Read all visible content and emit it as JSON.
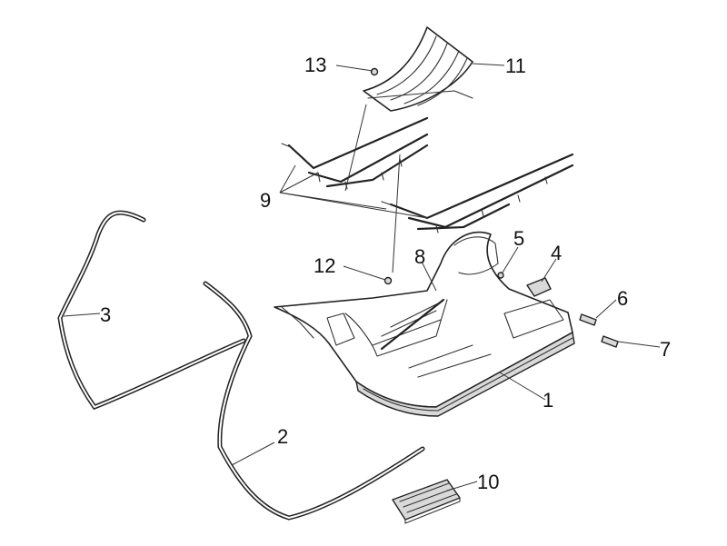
{
  "callouts": {
    "c1": "1",
    "c2": "2",
    "c3": "3",
    "c4": "4",
    "c5": "5",
    "c6": "6",
    "c7": "7",
    "c8": "8",
    "c9": "9",
    "c10": "10",
    "c11": "11",
    "c12": "12",
    "c13": "13"
  },
  "colors": {
    "line": "#222222",
    "fill": "#ffffff",
    "shade": "#d9d9d9"
  }
}
